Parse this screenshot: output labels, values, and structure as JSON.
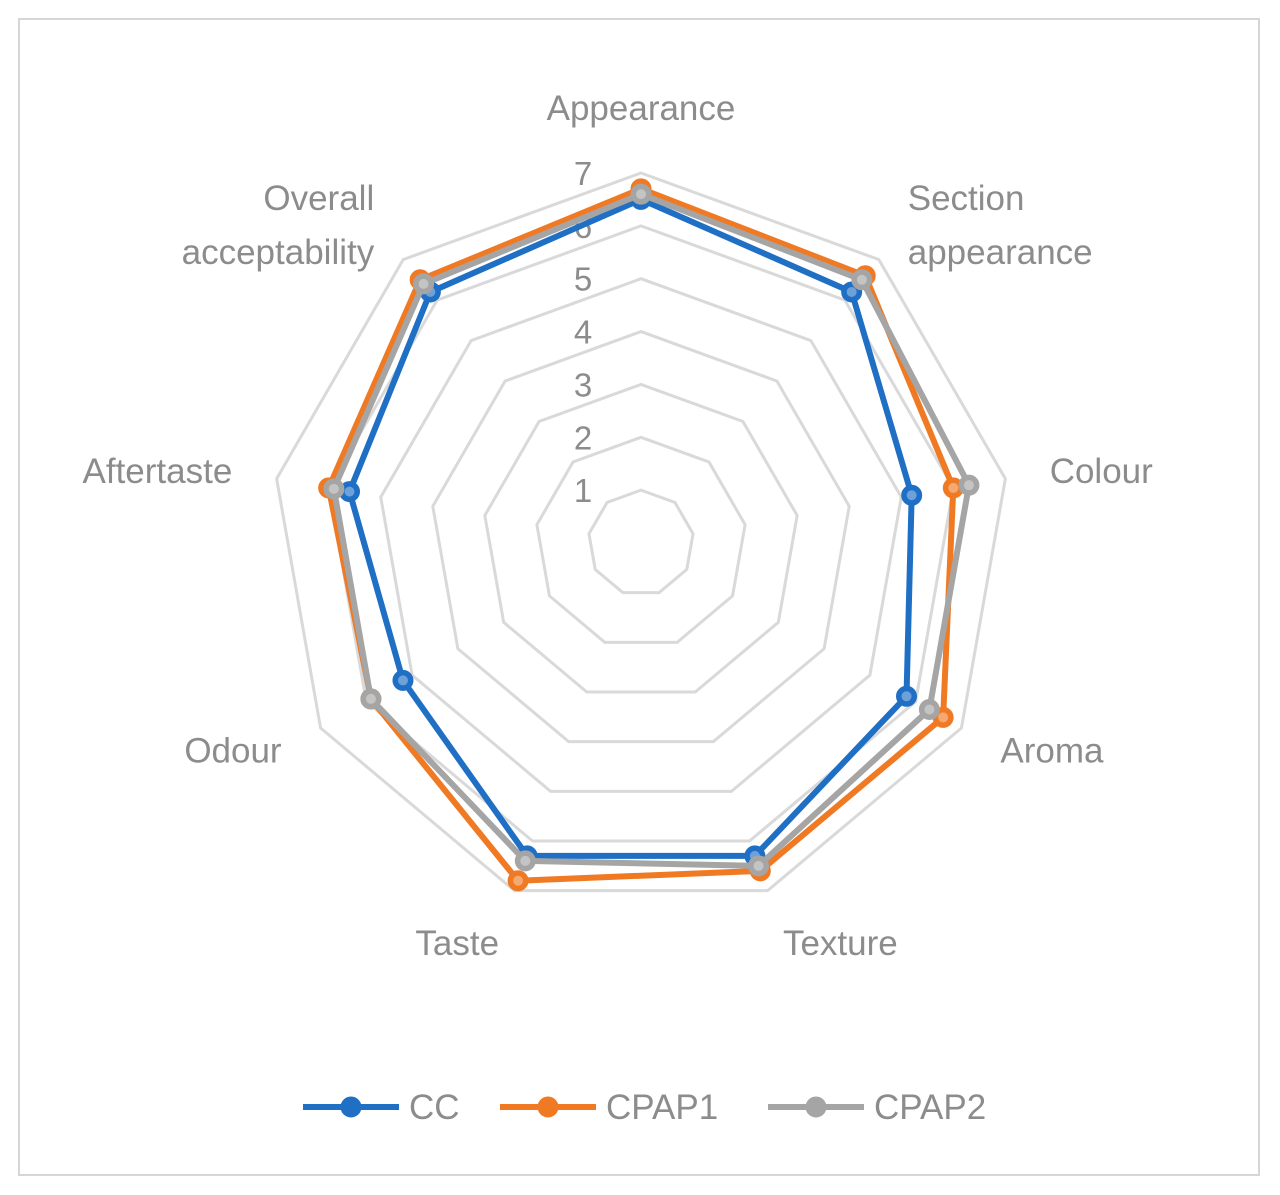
{
  "chart_data": {
    "type": "radar",
    "title": "",
    "categories": [
      "Appearance",
      "Section appearance",
      "Colour",
      "Aroma",
      "Texture",
      "Taste",
      "Odour",
      "Aftertaste",
      "Overall acceptability"
    ],
    "category_lines": [
      [
        "Appearance"
      ],
      [
        "Section",
        "appearance"
      ],
      [
        "Colour"
      ],
      [
        "Aroma"
      ],
      [
        "Texture"
      ],
      [
        "Taste"
      ],
      [
        "Odour"
      ],
      [
        "Aftertaste"
      ],
      [
        "Overall",
        "acceptability"
      ]
    ],
    "rlim": [
      0,
      7
    ],
    "ticks": [
      1,
      2,
      3,
      4,
      5,
      6,
      7
    ],
    "tick_labels": [
      "1",
      "2",
      "3",
      "4",
      "5",
      "6",
      "7"
    ],
    "grid": true,
    "legend_position": "bottom",
    "series": [
      {
        "name": "CC",
        "color": "#1f6fc5",
        "values": [
          6.5,
          6.2,
          5.2,
          5.8,
          6.3,
          6.3,
          5.2,
          5.6,
          6.2
        ]
      },
      {
        "name": "CPAP1",
        "color": "#f07a24",
        "values": [
          6.7,
          6.6,
          6.0,
          6.6,
          6.6,
          6.8,
          5.9,
          6.0,
          6.5
        ]
      },
      {
        "name": "CPAP2",
        "color": "#a5a5a5",
        "values": [
          6.6,
          6.5,
          6.3,
          6.3,
          6.5,
          6.4,
          5.9,
          5.9,
          6.4
        ]
      }
    ]
  }
}
